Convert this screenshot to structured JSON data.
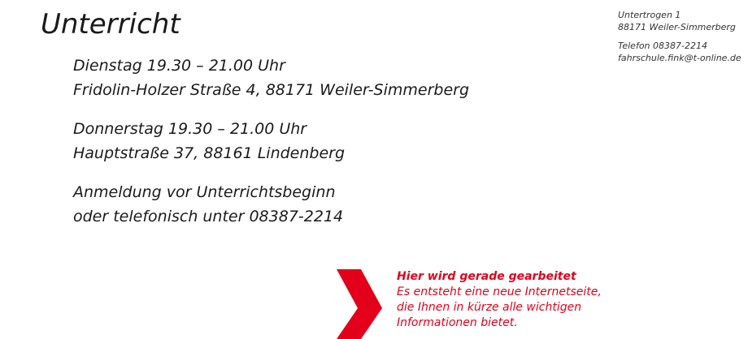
{
  "page": {
    "title": "Unterricht"
  },
  "schedule": [
    {
      "line1": "Dienstag 19.30 – 21.00 Uhr",
      "line2": "Fridolin-Holzer Straße 4, 88171 Weiler-Simmerberg"
    },
    {
      "line1": "Donnerstag 19.30 – 21.00 Uhr",
      "line2": "Hauptstraße 37, 88161 Lindenberg"
    },
    {
      "line1": "Anmeldung vor Unterrichtsbeginn",
      "line2": "oder telefonisch unter 08387-2214"
    }
  ],
  "contact": {
    "street": "Untertrogen 1",
    "city": "88171 Weiler-Simmerberg",
    "phone": "Telefon 08387-2214",
    "email": "fahrschule.fink@t-online.de"
  },
  "notice": {
    "icon": "chevron-right-icon",
    "color": "#e2001a",
    "heading": "Hier wird gerade gearbeitet",
    "lines": [
      "Es entsteht eine neue Internetseite,",
      "die Ihnen in kürze alle wichtigen",
      "Informationen bietet."
    ]
  }
}
